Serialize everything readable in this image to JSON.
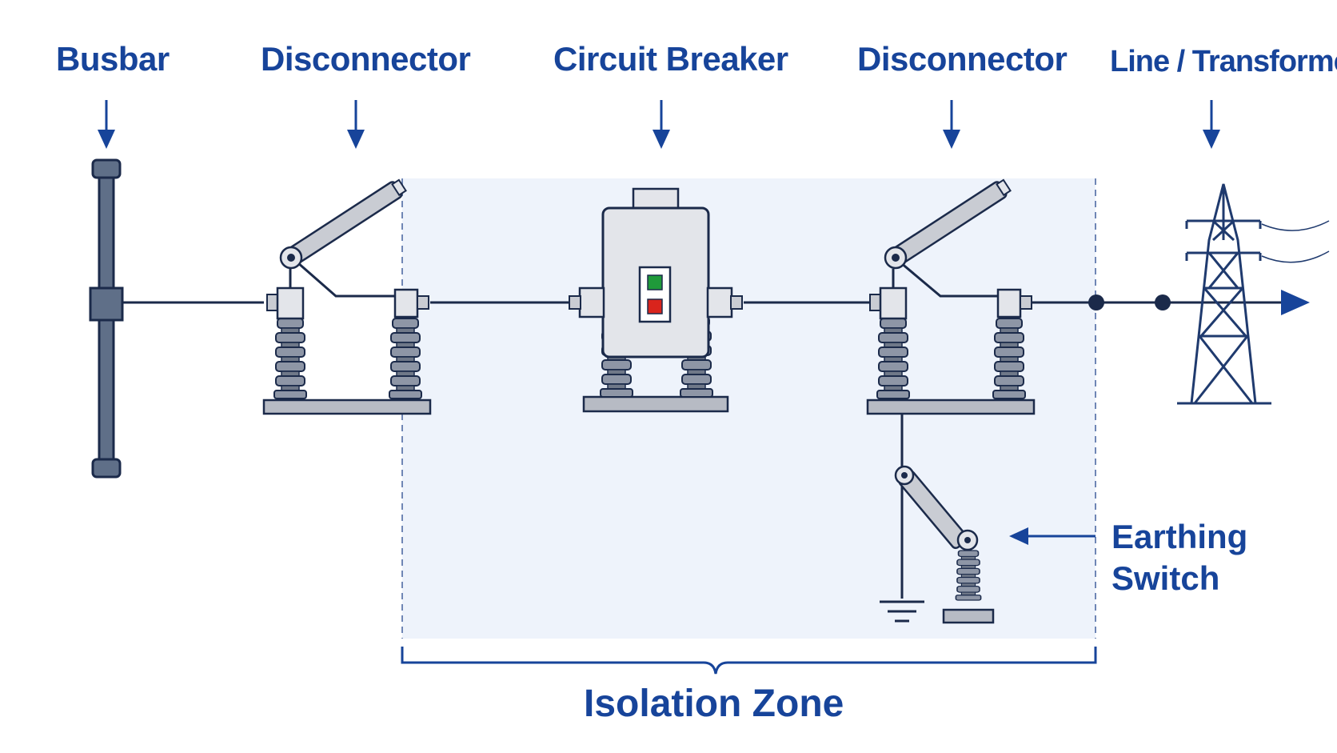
{
  "labels": {
    "busbar": "Busbar",
    "disconnector_left": "Disconnector",
    "circuit_breaker": "Circuit Breaker",
    "disconnector_right": "Disconnector",
    "line_transformer": "Line / Transformer",
    "earthing_switch_line1": "Earthing",
    "earthing_switch_line2": "Switch",
    "isolation_zone": "Isolation Zone"
  },
  "colors": {
    "label_blue": "#17449a",
    "line_dark": "#1b2a4a",
    "porcelain": "#8e96a6",
    "metal": "#c9ccd3",
    "zone_fill": "#eef3fb",
    "indicator_green": "#1f9a3a",
    "indicator_red": "#d9241c"
  }
}
